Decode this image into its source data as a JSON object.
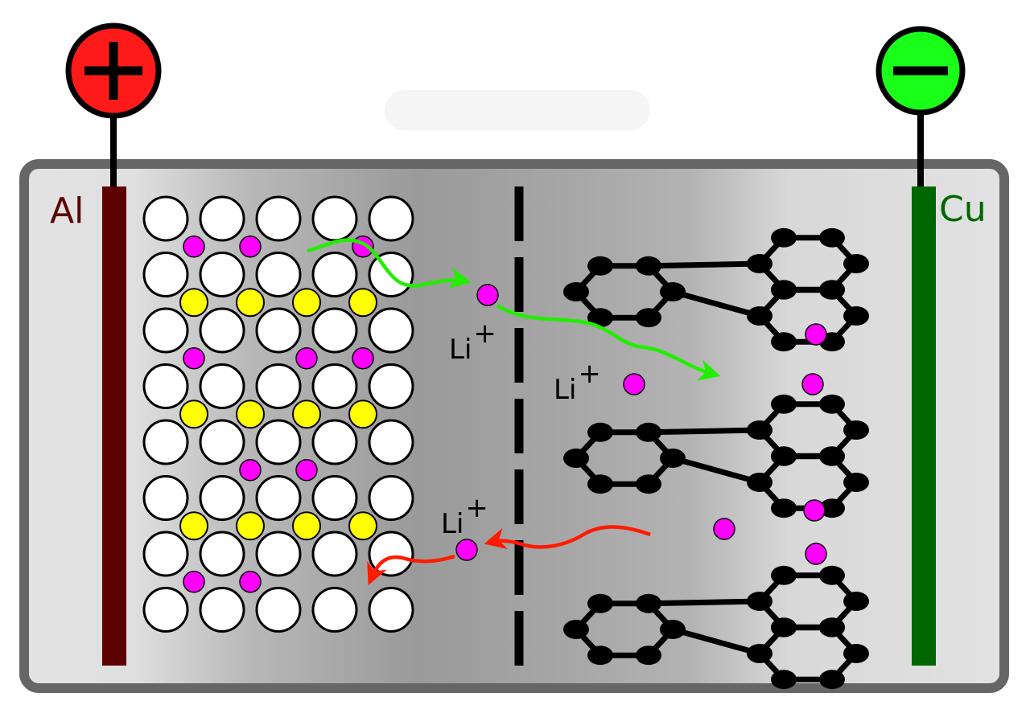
{
  "electrodes": {
    "left_label": "Al",
    "right_label": "Cu",
    "left_label_color": "#5c0000",
    "right_label_color": "#006600"
  },
  "terminals": {
    "positive_color": "#ff1a1a",
    "negative_color": "#1aff1a",
    "positive_icon": "plus-icon",
    "negative_icon": "minus-icon"
  },
  "ions": {
    "symbol": "Li",
    "charge": "+",
    "color": "#ff00ff"
  },
  "lattice": {
    "oxygen_color": "#ffffff",
    "metal_color": "#ffff00"
  },
  "arrows": {
    "charge_color": "#22ee00",
    "discharge_color": "#ff1a00"
  },
  "colors": {
    "casing": "#666666",
    "electrolyte": "#e5e5e5",
    "left_collector": "#5c0000",
    "right_collector": "#006600"
  }
}
